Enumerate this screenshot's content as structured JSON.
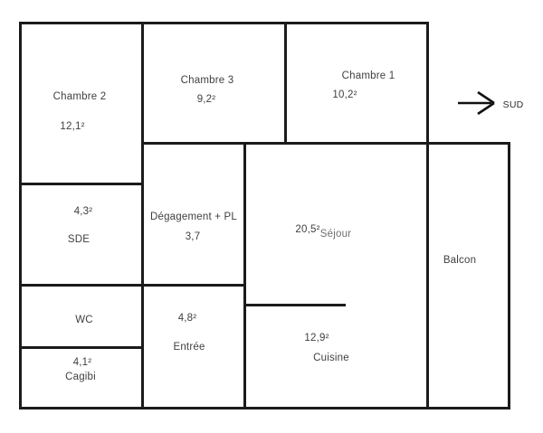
{
  "plan": {
    "title": "floor-plan",
    "rooms": {
      "chambre2": {
        "name": "Chambre 2",
        "area": "12,1²"
      },
      "chambre3": {
        "name": "Chambre 3",
        "area": "9,2²"
      },
      "chambre1": {
        "name": "Chambre 1",
        "area": "10,2²"
      },
      "sde": {
        "name": "SDE",
        "area": "4,3²"
      },
      "degagement": {
        "name": "Dégagement + PL",
        "area": "3,7"
      },
      "sejour": {
        "name": "Séjour",
        "area": "20,5²"
      },
      "wc": {
        "name": "WC"
      },
      "entree": {
        "name": "Entrée",
        "area": "4,8²"
      },
      "cuisine": {
        "name": "Cuisine",
        "area": "12,9²"
      },
      "cagibi": {
        "name": "Cagibi",
        "area": "4,1²"
      },
      "balcon": {
        "name": "Balcon"
      }
    },
    "compass": {
      "direction": "SUD"
    },
    "colors": {
      "wall": "#1b1b1b",
      "text": "#3f3f3f",
      "background": "#ffffff"
    }
  }
}
